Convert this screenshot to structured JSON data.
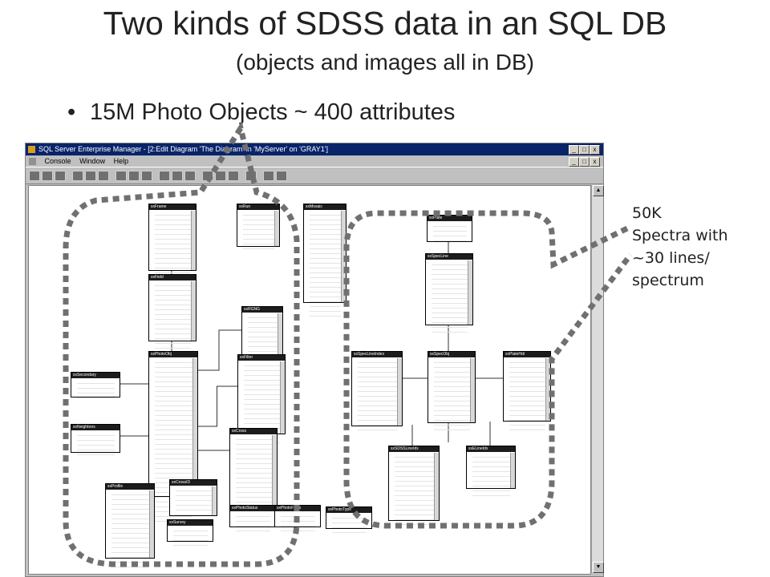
{
  "slide": {
    "title": "Two kinds of SDSS data in an SQL DB",
    "subtitle": "(objects and images all in DB)",
    "bullet": "15M Photo Objects ~ 400 attributes",
    "annotation": [
      "50K",
      "Spectra with",
      "~30 lines/",
      "spectrum"
    ]
  },
  "window": {
    "title": "SQL Server Enterprise Manager - [2:Edit Diagram 'The Diagram' in 'MyServer' on 'GRAY1']",
    "menu": [
      "Console",
      "Window",
      "Help"
    ],
    "controls": [
      "_",
      "□",
      "x"
    ]
  },
  "tables": [
    {
      "name": "sxFrame"
    },
    {
      "name": "sxField"
    },
    {
      "name": "sxMosaic"
    },
    {
      "name": "sxRun"
    },
    {
      "name": "sxRGNG"
    },
    {
      "name": "sxPhotoObj"
    },
    {
      "name": "sxSecondary"
    },
    {
      "name": "sxNeighbors"
    },
    {
      "name": "sxFilter"
    },
    {
      "name": "sxProfile"
    },
    {
      "name": "sxCross"
    },
    {
      "name": "sxCrossID"
    },
    {
      "name": "sxSurvey"
    },
    {
      "name": "sxPhotoStatus"
    },
    {
      "name": "sxPhotoFlags"
    },
    {
      "name": "sxPhotoType"
    },
    {
      "name": "sxPlate"
    },
    {
      "name": "sxSpecLine"
    },
    {
      "name": "sxSpecLineIndex"
    },
    {
      "name": "sxSpecObj"
    },
    {
      "name": "sxPlateHdr"
    },
    {
      "name": "sxSDSSLineIdx"
    },
    {
      "name": "sxELineIdx"
    }
  ]
}
